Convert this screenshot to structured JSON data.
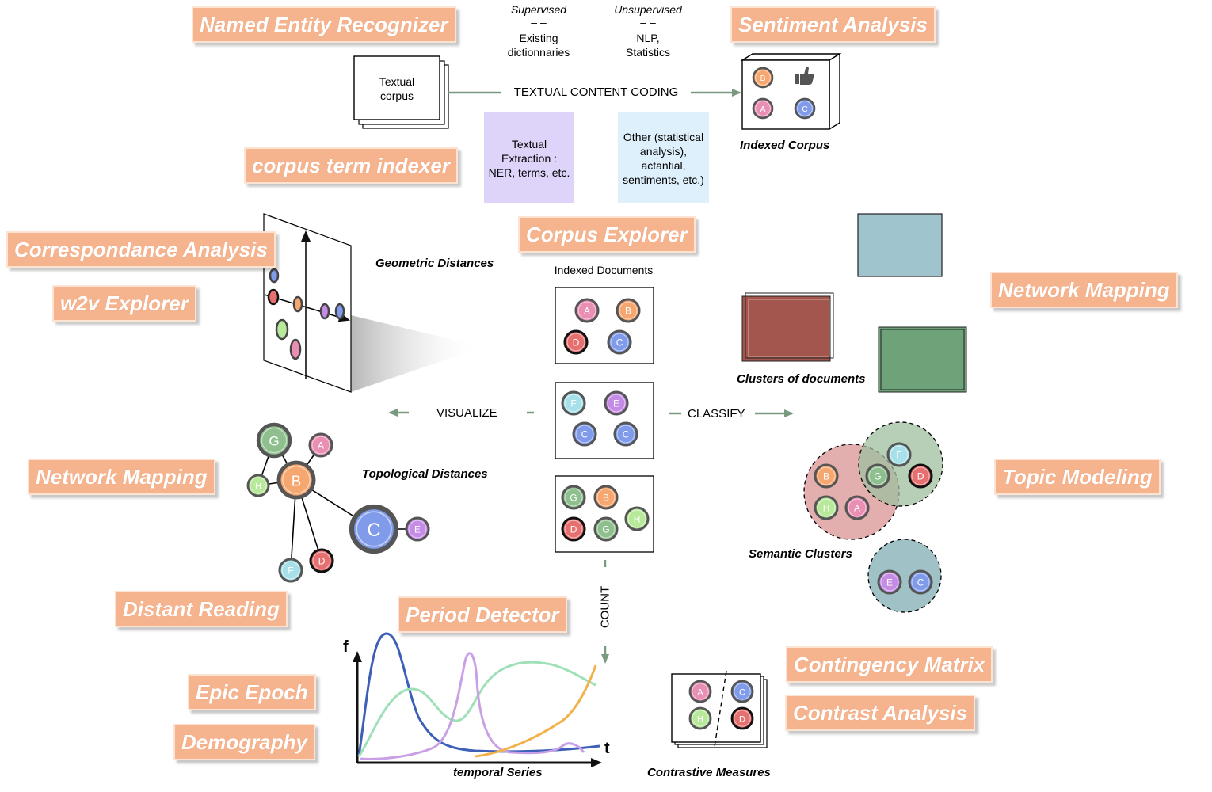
{
  "tags": {
    "named_entity_recognizer": "Named Entity Recognizer",
    "sentiment_analysis": "Sentiment Analysis",
    "corpus_term_indexer": "corpus term indexer",
    "correspondance_analysis": "Correspondance Analysis",
    "w2v_explorer": "w2v Explorer",
    "corpus_explorer": "Corpus Explorer",
    "network_mapping_right": "Network Mapping",
    "network_mapping_left": "Network Mapping",
    "topic_modeling": "Topic Modeling",
    "distant_reading": "Distant Reading",
    "period_detector": "Period Detector",
    "epic_epoch": "Epic Epoch",
    "demography": "Demography",
    "contingency_matrix": "Contingency Matrix",
    "contrast_analysis": "Contrast Analysis"
  },
  "top": {
    "supervised": "Supervised",
    "supervised_dash": "– –",
    "supervised_desc_1": "Existing",
    "supervised_desc_2": "dictionnaries",
    "unsupervised": "Unsupervised",
    "unsupervised_dash": "– –",
    "unsupervised_desc_1": "NLP,",
    "unsupervised_desc_2": "Statistics",
    "textual_corpus_1": "Textual",
    "textual_corpus_2": "corpus",
    "textual_content_coding": "TEXTUAL CONTENT CODING",
    "indexed_corpus": "Indexed Corpus",
    "extraction_1": "Textual",
    "extraction_2": "Extraction :",
    "extraction_3": "NER, terms, etc.",
    "other_1": "Other (statistical",
    "other_2": "analysis),",
    "other_3": "actantial,",
    "other_4": "sentiments, etc.)"
  },
  "center": {
    "indexed_documents": "Indexed Documents",
    "visualize": "VISUALIZE",
    "classify": "CLASSIFY",
    "count": "COUNT"
  },
  "sections": {
    "geometric_distances": "Geometric Distances",
    "clusters_of_documents": "Clusters of documents",
    "topological_distances": "Topological Distances",
    "semantic_clusters": "Semantic Clusters",
    "temporal_series": "temporal Series",
    "contrastive_measures": "Contrastive Measures",
    "axis_f": "f",
    "axis_t": "t"
  },
  "nodes": {
    "A": {
      "letter": "A",
      "color": "#e88fb3"
    },
    "B": {
      "letter": "B",
      "color": "#f6a66f"
    },
    "C": {
      "letter": "C",
      "color": "#7f9bea"
    },
    "D": {
      "letter": "D",
      "color": "#e66f6f"
    },
    "E": {
      "letter": "E",
      "color": "#c58ce6"
    },
    "F": {
      "letter": "F",
      "color": "#a8e0ea"
    },
    "G": {
      "letter": "G",
      "color": "#8fbf8f"
    },
    "H": {
      "letter": "H",
      "color": "#b8e89a"
    }
  },
  "colors": {
    "tag_fill": "#f6b48e",
    "arrow": "#7a9a80",
    "extraction_fill": "#ded3f8",
    "other_fill": "#def0fc",
    "cluster_blue": "#9fc4cd",
    "cluster_red": "#a3564e",
    "cluster_green": "#6ea279"
  }
}
